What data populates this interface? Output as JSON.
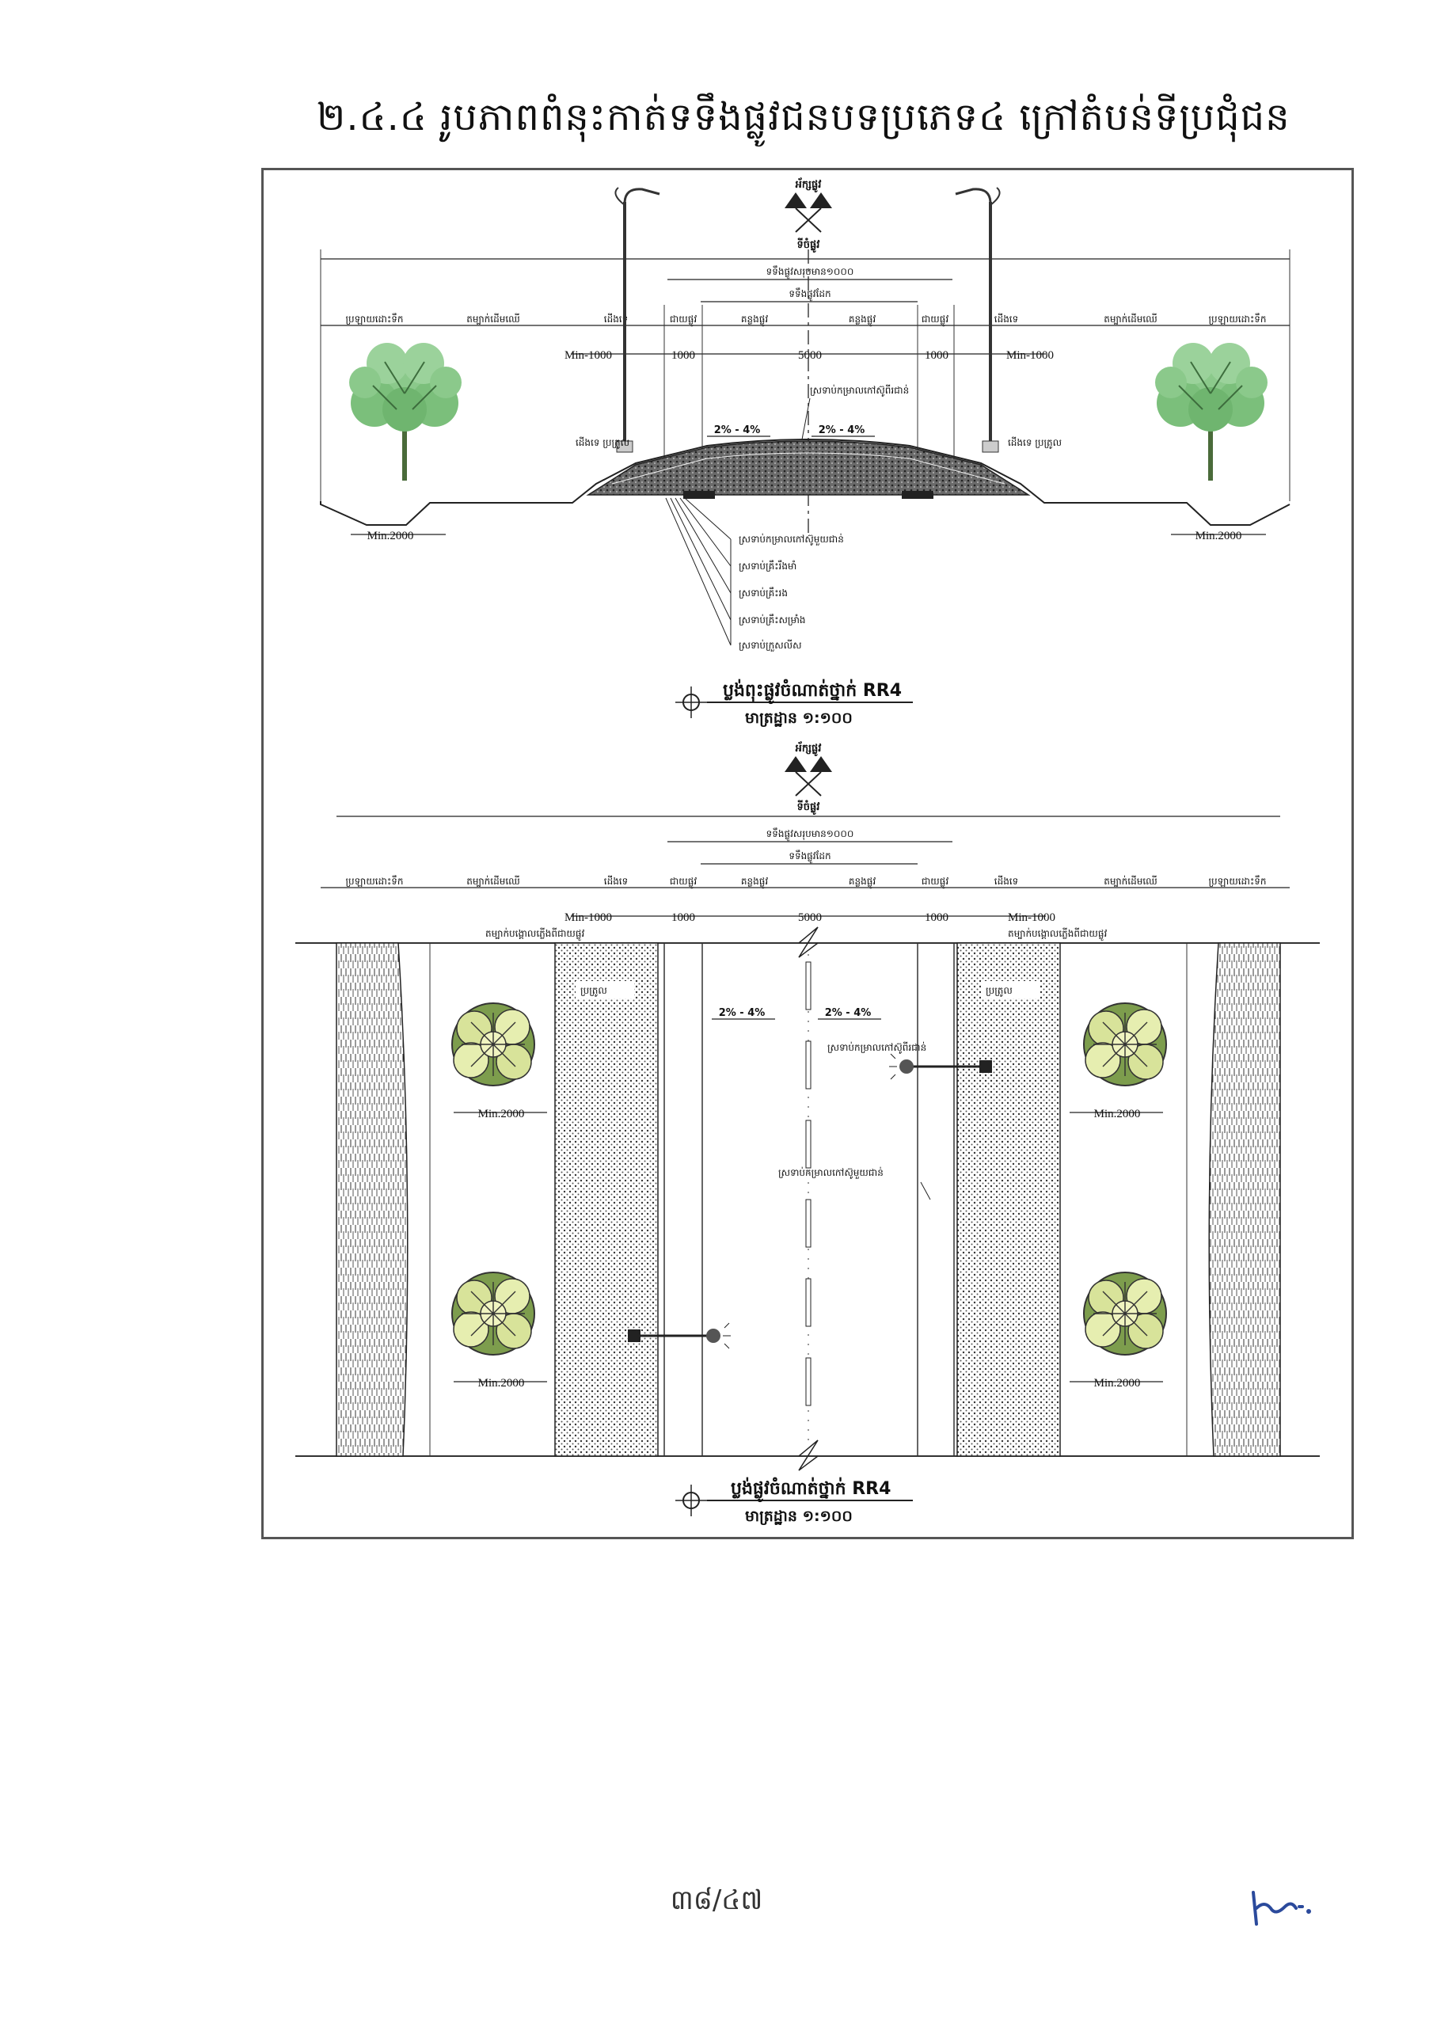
{
  "heading": "២.៤.៤  រូបភាពពំនុះកាត់ទទឹងផ្លូវជនបទប្រភេទ៤ ក្រៅតំបន់ទីប្រជុំជន",
  "page_number": "៣៨/៤៧",
  "signature_mark": "ហ្វ.",
  "cross_section": {
    "axis_label": "អ័ក្សផ្លូវ",
    "row_width_label": "ទីចំផ្លូវ",
    "total_label": "ទទឹងផ្លូវសរុបមាន១០០០",
    "carriageway_label": "ទទឹងផ្លូវដែក",
    "zones": [
      "ប្រឡាយដោះទឹក",
      "តម្បាក់ដើមឈើ",
      "ដើងទេ",
      "ជាយផ្លូវ",
      "គន្លងផ្លូវ",
      "គន្លងផ្លូវ",
      "ជាយផ្លូវ",
      "ដើងទេ",
      "តម្បាក់ដើមឈើ",
      "ប្រឡាយដោះទឹក"
    ],
    "dims": [
      "Min-1000",
      "1000",
      "5000",
      "1000",
      "Min-1000"
    ],
    "slope_left": "2% - 4%",
    "slope_right": "2% - 4%",
    "surface_note": "ស្រទាប់កម្រាលកៅស៊ូពីរជាន់",
    "footpath_left": "ដើងទេ\nប្រត្រូល",
    "footpath_right": "ដើងទេ\nប្រត្រូល",
    "min_left": "Min.2000",
    "min_right": "Min.2000",
    "layers": [
      "ស្រទាប់កម្រាលកៅស៊ូមួយជាន់",
      "ស្រទាប់គ្រឹះរឹងមាំ",
      "ស្រទាប់គ្រឹះរង",
      "ស្រទាប់គ្រឹះសម្រាំង",
      "ស្រទាប់ក្រួសលីស"
    ],
    "title": "ប្លង់ពុះផ្លូវចំណាត់ថ្នាក់ RR4",
    "scale": "មាត្រដ្ឋាន ១:១០០"
  },
  "plan_view": {
    "axis_label": "អ័ក្សផ្លូវ",
    "row_width_label": "ទីចំផ្លូវ",
    "total_label": "ទទឹងផ្លូវសរុបមាន១០០០",
    "carriageway_label": "ទទឹងផ្លូវដែក",
    "zones": [
      "ប្រឡាយដោះទឹក",
      "តម្បាក់ដើមឈើ",
      "ដើងទេ",
      "ជាយផ្លូវ",
      "គន្លងផ្លូវ",
      "គន្លងផ្លូវ",
      "ជាយផ្លូវ",
      "ដើងទេ",
      "តម្បាក់ដើមឈើ",
      "ប្រឡាយដោះទឹក"
    ],
    "dims": [
      "Min-1000",
      "1000",
      "5000",
      "1000",
      "Min-1000"
    ],
    "sub_note_left": "តម្បាក់បង្គោលភ្លើងពីជាយផ្លូវ",
    "sub_note_right": "តម្បាក់បង្គោលភ្លើងពីជាយផ្លូវ",
    "footpath_left": "ប្រត្រូល",
    "footpath_right": "ប្រត្រូល",
    "slope_left": "2% - 4%",
    "slope_right": "2% - 4%",
    "surface_note": "ស្រទាប់កម្រាលកៅស៊ូពីរជាន់",
    "surface_note_2": "ស្រទាប់កម្រាលកៅស៊ូមួយជាន់",
    "min_labels": [
      "Min.2000",
      "Min.2000",
      "Min.2000",
      "Min.2000"
    ],
    "title": "ប្លង់ផ្លូវចំណាត់ថ្នាក់ RR4",
    "scale": "មាត្រដ្ឋាន ១:១០០"
  }
}
